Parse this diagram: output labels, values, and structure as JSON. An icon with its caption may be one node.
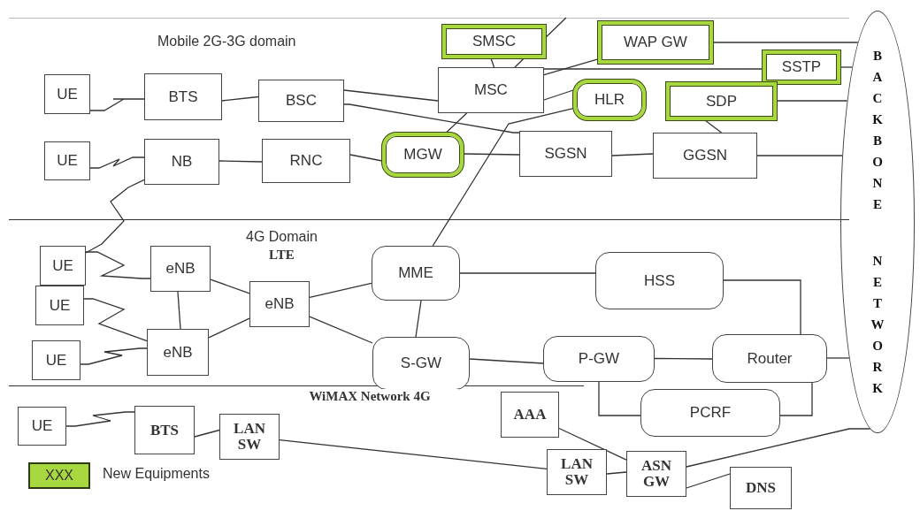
{
  "diagram": {
    "nodes": [
      {
        "text": [
          "UE"
        ]
      },
      {
        "text": [
          "BTS"
        ]
      },
      {
        "text": [
          "BSC"
        ]
      },
      {
        "text": [
          "SMSC"
        ]
      },
      {
        "text": [
          "WAP GW"
        ]
      },
      {
        "text": [
          "MSC"
        ]
      },
      {
        "text": [
          "HLR"
        ]
      },
      {
        "text": [
          "SSTP"
        ]
      },
      {
        "text": [
          "SDP"
        ]
      },
      {
        "text": [
          "UE"
        ]
      },
      {
        "text": [
          "NB"
        ]
      },
      {
        "text": [
          "RNC"
        ]
      },
      {
        "text": [
          "MGW"
        ]
      },
      {
        "text": [
          "SGSN"
        ]
      },
      {
        "text": [
          "GGSN"
        ]
      },
      {
        "text": [
          "BACKBONE",
          "NETWORK"
        ]
      },
      {
        "text": [
          "UE"
        ]
      },
      {
        "text": [
          "eNB"
        ]
      },
      {
        "text": [
          "UE"
        ]
      },
      {
        "text": [
          "eNB"
        ]
      },
      {
        "text": [
          "MME"
        ]
      },
      {
        "text": [
          "HSS"
        ]
      },
      {
        "text": [
          "UE"
        ]
      },
      {
        "text": [
          "eNB"
        ]
      },
      {
        "text": [
          "S-GW"
        ]
      },
      {
        "text": [
          "P-GW"
        ]
      },
      {
        "text": [
          "Router"
        ]
      },
      {
        "text": [
          "AAA"
        ]
      },
      {
        "text": [
          "PCRF"
        ]
      },
      {
        "text": [
          "UE"
        ]
      },
      {
        "text": [
          "BTS"
        ]
      },
      {
        "text": [
          "LAN SW"
        ]
      },
      {
        "text": [
          "LAN SW"
        ]
      },
      {
        "text": [
          "ASN GW"
        ]
      },
      {
        "text": [
          "DNS"
        ]
      }
    ],
    "edges": [
      {
        "from": 0,
        "to": 1,
        "arrow": "none"
      },
      {
        "from": 1,
        "to": 2,
        "arrow": "none"
      },
      {
        "from": 2,
        "to": 5,
        "arrow": "none"
      },
      {
        "from": 2,
        "to": 13,
        "arrow": "none"
      },
      {
        "from": 3,
        "to": 5,
        "arrow": "none"
      },
      {
        "from": 5,
        "to": null,
        "arrow": "none"
      },
      {
        "from": 5,
        "to": 4,
        "arrow": "none"
      },
      {
        "from": 5,
        "to": 7,
        "arrow": "none"
      },
      {
        "from": 5,
        "to": 6,
        "arrow": "none"
      },
      {
        "from": 5,
        "to": 12,
        "arrow": "none"
      },
      {
        "from": 6,
        "to": 20,
        "arrow": "none"
      },
      {
        "from": 4,
        "to": 15,
        "arrow": "none"
      },
      {
        "from": 7,
        "to": 15,
        "arrow": "none"
      },
      {
        "from": 8,
        "to": 15,
        "arrow": "none"
      },
      {
        "from": 8,
        "to": 14,
        "arrow": "none"
      },
      {
        "from": 9,
        "to": 10,
        "arrow": "none"
      },
      {
        "from": 16,
        "to": 10,
        "arrow": "none"
      },
      {
        "from": 10,
        "to": 11,
        "arrow": "none"
      },
      {
        "from": 11,
        "to": 12,
        "arrow": "none"
      },
      {
        "from": 12,
        "to": 13,
        "arrow": "none"
      },
      {
        "from": 13,
        "to": 14,
        "arrow": "none"
      },
      {
        "from": 14,
        "to": 15,
        "arrow": "none"
      },
      {
        "from": 16,
        "to": 17,
        "arrow": "none"
      },
      {
        "from": 18,
        "to": 23,
        "arrow": "none"
      },
      {
        "from": 22,
        "to": 23,
        "arrow": "none"
      },
      {
        "from": 17,
        "to": 23,
        "arrow": "none"
      },
      {
        "from": 17,
        "to": 19,
        "arrow": "none"
      },
      {
        "from": 23,
        "to": 19,
        "arrow": "none"
      },
      {
        "from": 19,
        "to": 20,
        "arrow": "none"
      },
      {
        "from": 19,
        "to": 24,
        "arrow": "none"
      },
      {
        "from": 20,
        "to": 24,
        "arrow": "none"
      },
      {
        "from": 20,
        "to": 21,
        "arrow": "none"
      },
      {
        "from": 21,
        "to": 26,
        "arrow": "none"
      },
      {
        "from": 24,
        "to": 25,
        "arrow": "none"
      },
      {
        "from": 25,
        "to": 26,
        "arrow": "none"
      },
      {
        "from": 25,
        "to": 28,
        "arrow": "none"
      },
      {
        "from": 26,
        "to": 28,
        "arrow": "none"
      },
      {
        "from": 26,
        "to": 15,
        "arrow": "none"
      },
      {
        "from": 29,
        "to": 30,
        "arrow": "none"
      },
      {
        "from": 30,
        "to": 31,
        "arrow": "none"
      },
      {
        "from": 31,
        "to": 32,
        "arrow": "none"
      },
      {
        "from": 32,
        "to": 33,
        "arrow": "none"
      },
      {
        "from": 27,
        "to": 33,
        "arrow": "none"
      },
      {
        "from": 33,
        "to": 15,
        "arrow": "none"
      },
      {
        "from": 33,
        "to": 34,
        "arrow": "none"
      }
    ],
    "labels": [
      "Mobile 2G-3G domain",
      "4G Domain",
      "LTE",
      "WiMAX Network 4G",
      "XXX"
    ],
    "legend": [
      {
        "text": "New Equipments",
        "color": "#a8d840"
      }
    ]
  }
}
